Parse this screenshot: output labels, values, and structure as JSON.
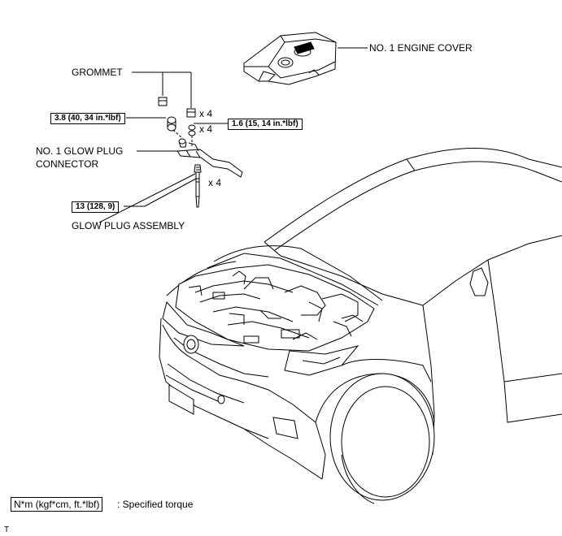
{
  "labels": {
    "engine_cover": "NO. 1 ENGINE COVER",
    "grommet": "GROMMET",
    "glow_connector_line1": "NO. 1 GLOW PLUG",
    "glow_connector_line2": "CONNECTOR",
    "glow_plug_assembly": "GLOW PLUG ASSEMBLY",
    "qty_grommet": "x 4",
    "qty_nut": "x 4",
    "qty_plug": "x 4"
  },
  "torques": {
    "nut_left": "3.8 (40, 34 in.*lbf)",
    "nut_right": "1.6 (15, 14 in.*lbf)",
    "glow_plug": "13 (128, 9)"
  },
  "legend": {
    "unit_box": "N*m (kgf*cm, ft.*lbf)",
    "description": ": Specified torque"
  },
  "footer": {
    "mark": "T"
  }
}
